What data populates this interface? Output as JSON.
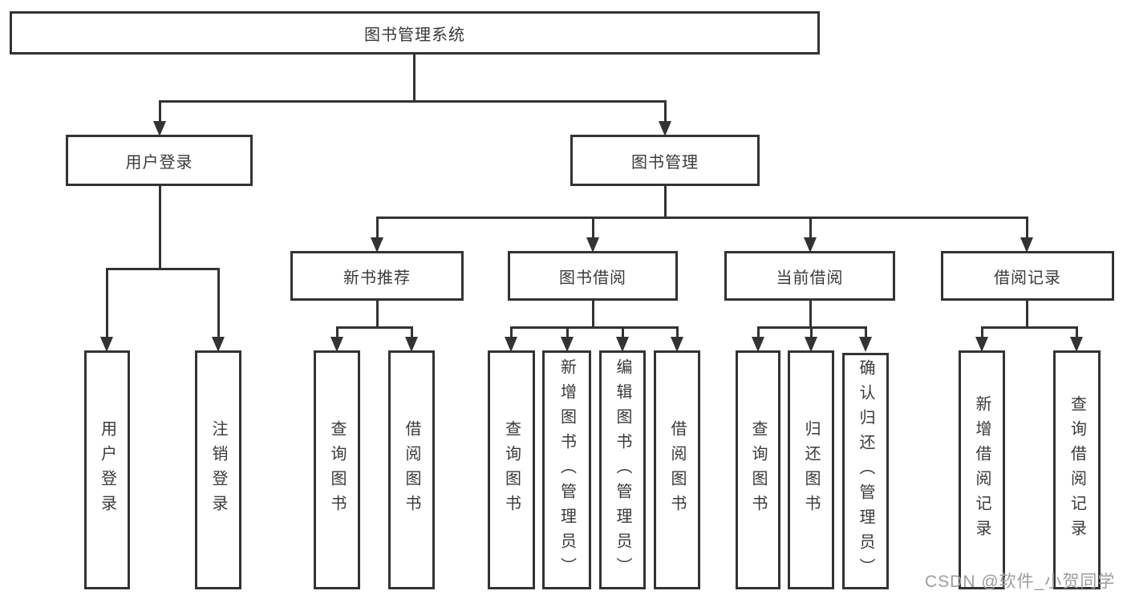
{
  "diagram": {
    "root": {
      "label": "图书管理系统"
    },
    "branches": [
      {
        "label": "用户登录",
        "children": [
          "用户登录",
          "注销登录"
        ]
      },
      {
        "label": "图书管理",
        "children": [
          {
            "label": "新书推荐",
            "children": [
              "查询图书",
              "借阅图书"
            ]
          },
          {
            "label": "图书借阅",
            "children": [
              "查询图书",
              "新增图书（管理员）",
              "编辑图书（管理员）",
              "借阅图书"
            ]
          },
          {
            "label": "当前借阅",
            "children": [
              "查询图书",
              "归还图书",
              "确认归还（管理员）"
            ]
          },
          {
            "label": "借阅记录",
            "children": [
              "新增借阅记录",
              "查询借阅记录"
            ]
          }
        ]
      }
    ]
  },
  "watermark": "CSDN @软件_小贺同学",
  "colors": {
    "line": "#333333",
    "box_border": "#333333",
    "text": "#3a3a3a",
    "watermark": "#9d9d9d",
    "background": "#ffffff"
  }
}
